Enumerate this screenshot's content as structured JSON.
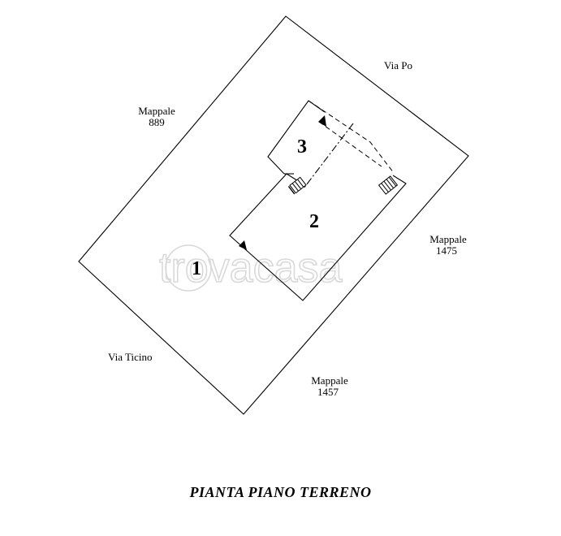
{
  "plan": {
    "title": "PIANTA PIANO TERRENO",
    "watermark": "trovacasa",
    "room_numbers": [
      "1",
      "2",
      "3"
    ],
    "labels": {
      "via_po": "Via Po",
      "via_ticino": "Via Ticino",
      "mappale_889_word": "Mappale",
      "mappale_889_num": "889",
      "mappale_1475_word": "Mappale",
      "mappale_1475_num": "1475",
      "mappale_1457_word": "Mappale",
      "mappale_1457_num": "1457"
    }
  }
}
